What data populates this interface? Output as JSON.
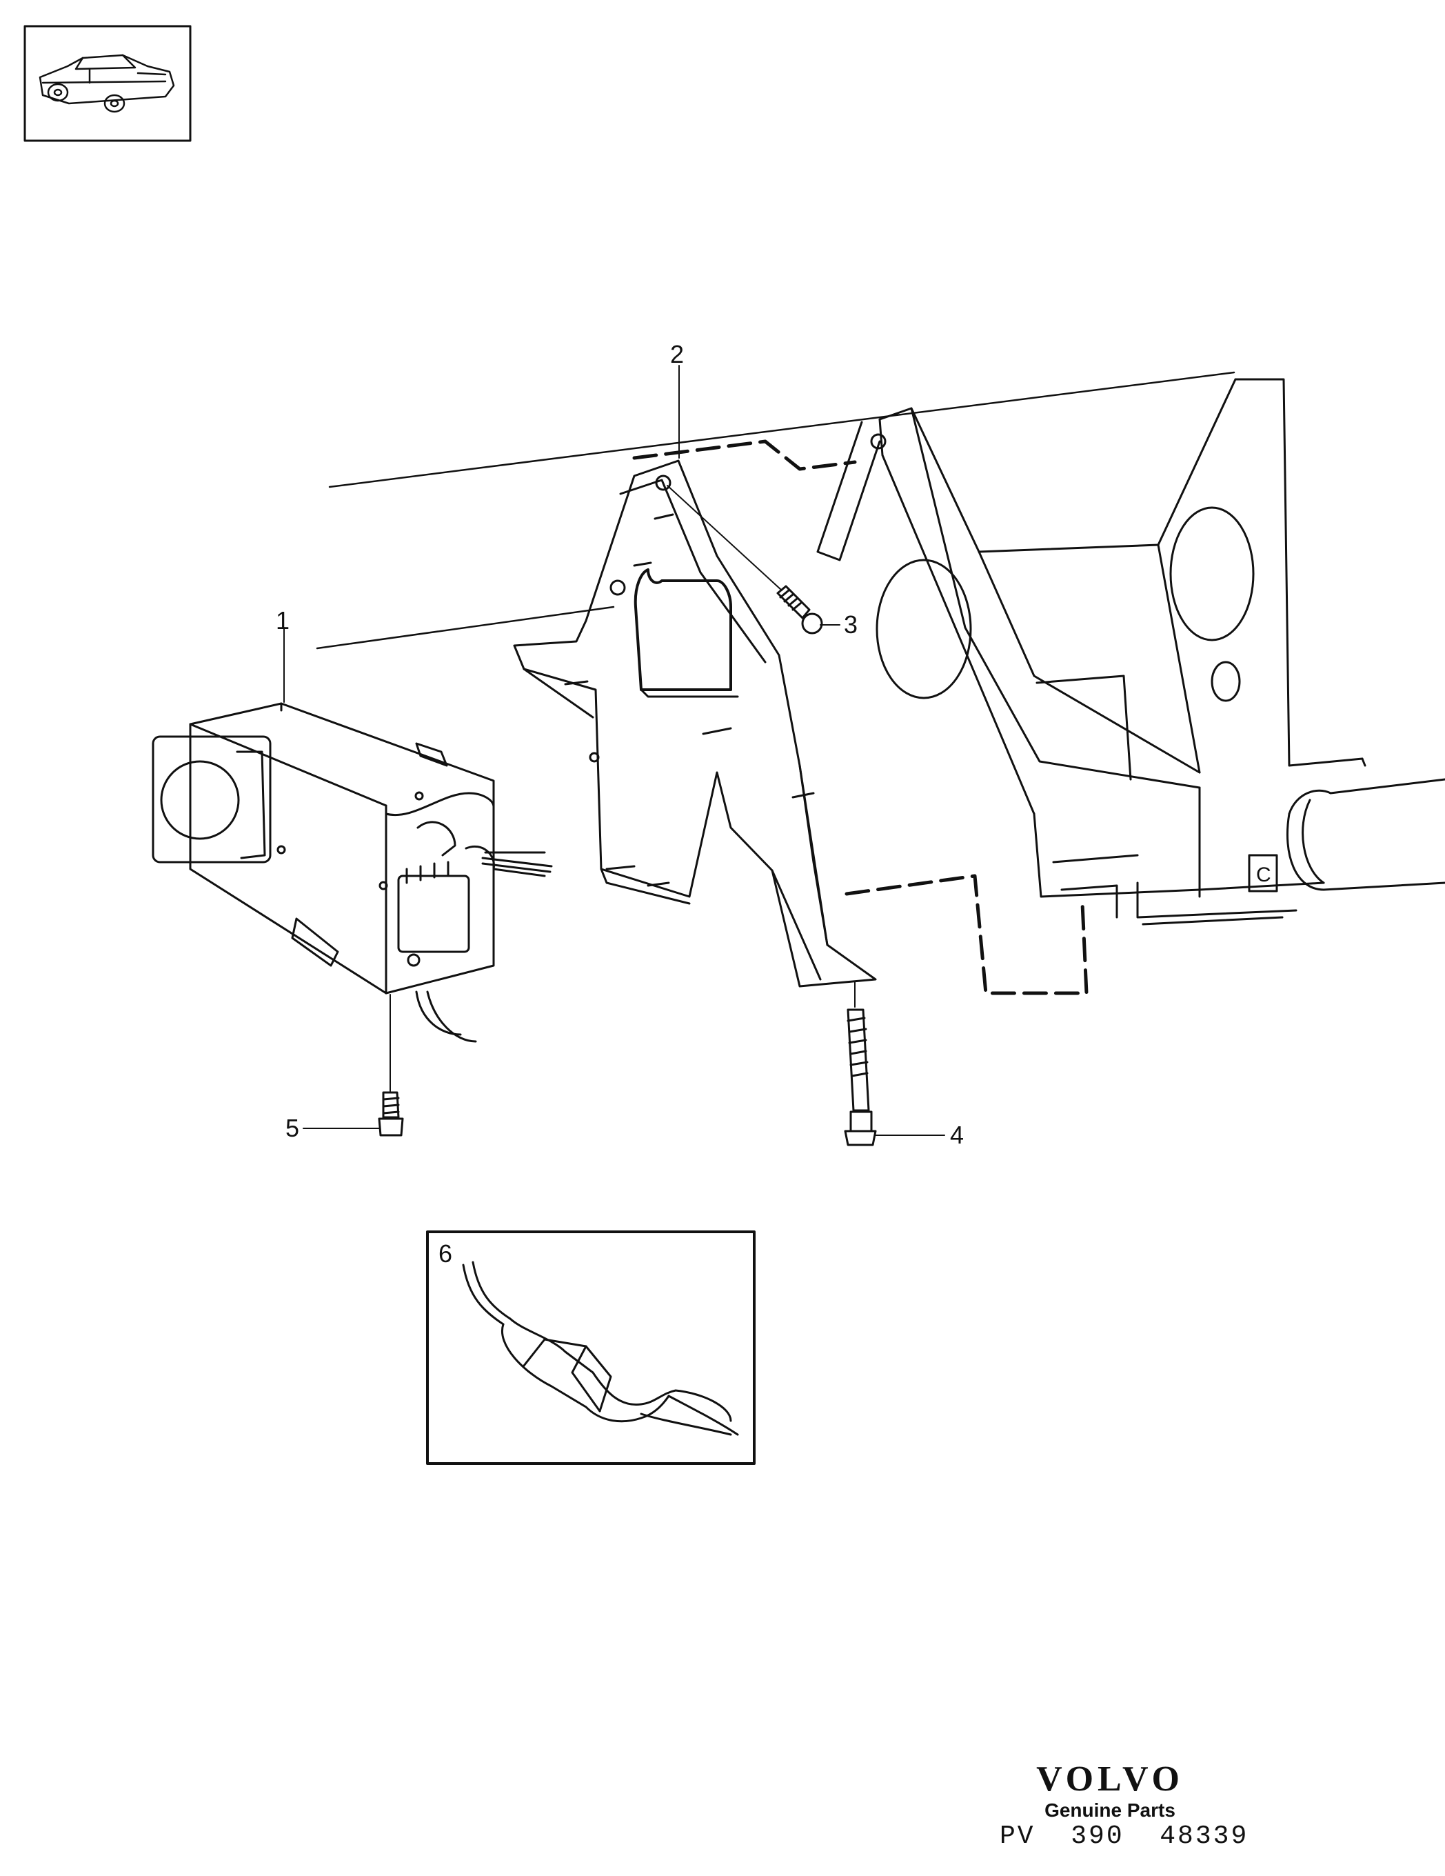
{
  "diagram": {
    "callouts": [
      {
        "id": "1",
        "label": "1"
      },
      {
        "id": "2",
        "label": "2"
      },
      {
        "id": "3",
        "label": "3"
      },
      {
        "id": "4",
        "label": "4"
      },
      {
        "id": "5",
        "label": "5"
      },
      {
        "id": "6",
        "label": "6"
      }
    ],
    "icon": "sedan-car-icon"
  },
  "brand": {
    "name": "VOLVO",
    "subtitle": "Genuine Parts",
    "code": "PV  390  48339"
  }
}
